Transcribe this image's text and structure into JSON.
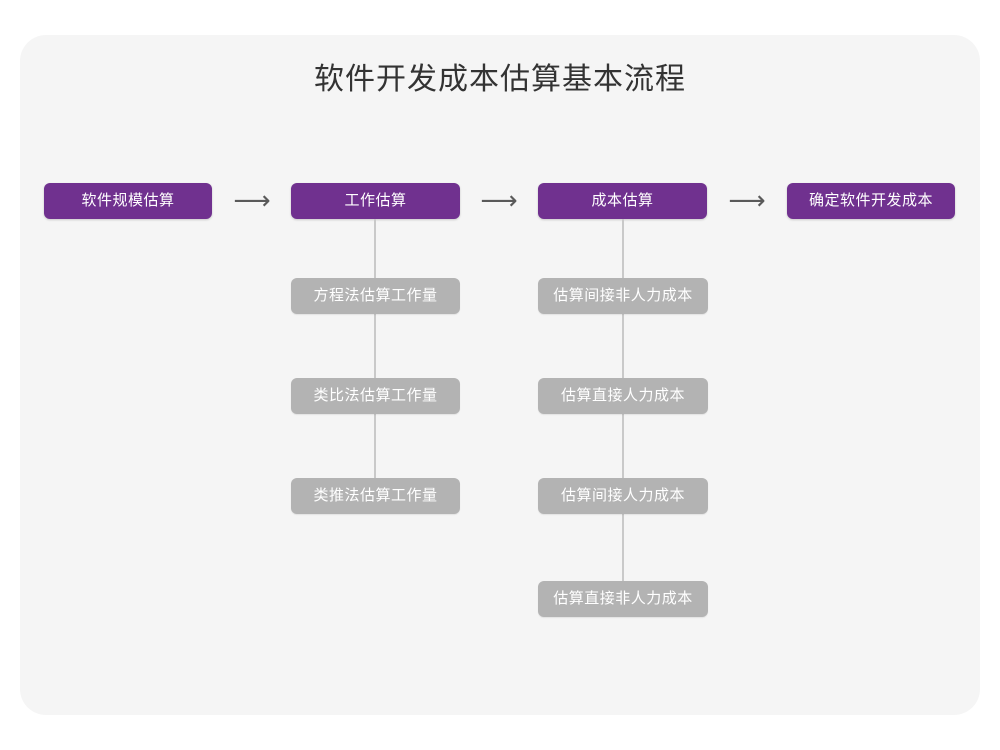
{
  "card": {
    "background_color": "#f5f5f5",
    "page_background_color": "#ffffff"
  },
  "title": "软件开发成本估算基本流程",
  "colors": {
    "primary": "#70318f",
    "secondary": "#b3b3b3",
    "connector": "#c9c9c9",
    "arrow": "#5a5a5a",
    "title_text": "#333333",
    "node_text": "#ffffff"
  },
  "flow": {
    "arrow_glyph": "⟶",
    "stages": [
      {
        "id": "scale",
        "label": "软件规模估算",
        "sub_items": []
      },
      {
        "id": "effort",
        "label": "工作估算",
        "sub_items": [
          {
            "label": "方程法估算工作量"
          },
          {
            "label": "类比法估算工作量"
          },
          {
            "label": "类推法估算工作量"
          }
        ]
      },
      {
        "id": "cost",
        "label": "成本估算",
        "sub_items": [
          {
            "label": "估算间接非人力成本"
          },
          {
            "label": "估算直接人力成本"
          },
          {
            "label": "估算间接人力成本"
          },
          {
            "label": "估算直接非人力成本"
          }
        ]
      },
      {
        "id": "final",
        "label": "确定软件开发成本",
        "sub_items": []
      }
    ]
  }
}
